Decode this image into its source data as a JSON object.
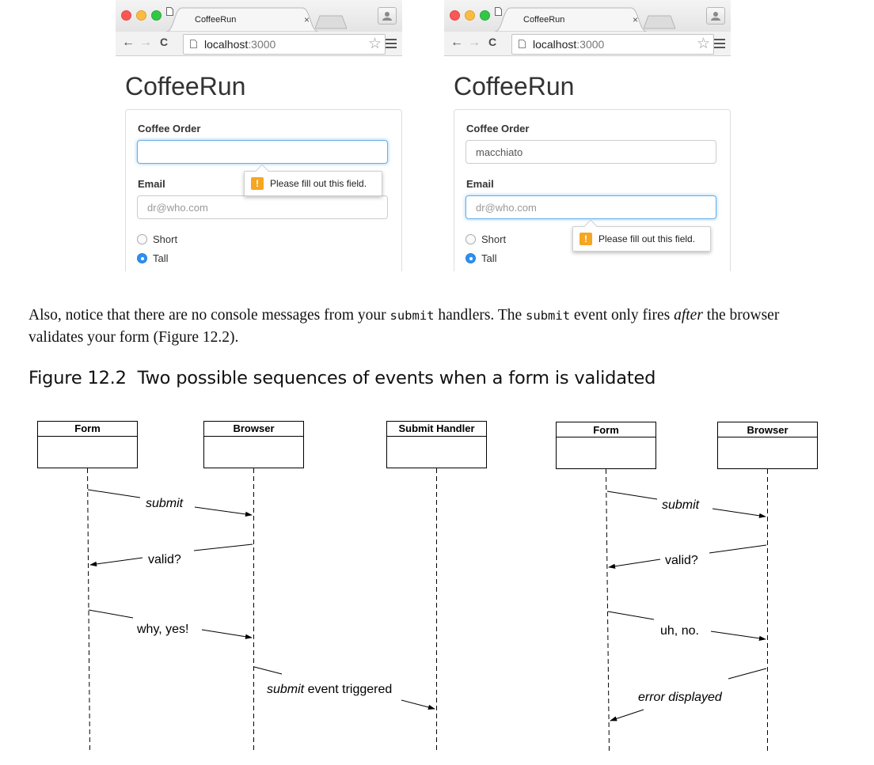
{
  "browsers": [
    {
      "tab_title": "CoffeeRun",
      "tab_close": "×",
      "url_host": "localhost",
      "url_port": ":3000",
      "app_title": "CoffeeRun",
      "coffee_label": "Coffee Order",
      "coffee_value": "",
      "email_label": "Email",
      "email_placeholder": "dr@who.com",
      "radio_short": "Short",
      "radio_tall": "Tall",
      "selected_size": "Tall",
      "focused_field": "coffee",
      "tooltip_text": "Please fill out this field."
    },
    {
      "tab_title": "CoffeeRun",
      "tab_close": "×",
      "url_host": "localhost",
      "url_port": ":3000",
      "app_title": "CoffeeRun",
      "coffee_label": "Coffee Order",
      "coffee_value": "macchiato",
      "email_label": "Email",
      "email_placeholder": "dr@who.com",
      "radio_short": "Short",
      "radio_tall": "Tall",
      "selected_size": "Tall",
      "focused_field": "email",
      "tooltip_text": "Please fill out this field."
    }
  ],
  "paragraph": {
    "t1": "Also, notice that there are no console messages from your ",
    "c1": "submit",
    "t2": " handlers. The ",
    "c2": "submit",
    "t3": " event only fires ",
    "em": "after",
    "t4": " the browser validates your form (Figure 12.2)."
  },
  "figure": {
    "number": "Figure 12.2",
    "caption": "Two possible sequences of events when a form is validated"
  },
  "diagram": {
    "left": {
      "actors": [
        "Form",
        "Browser",
        "Submit Handler"
      ],
      "messages": [
        {
          "label": "submit",
          "italic": true
        },
        {
          "label": "valid?",
          "italic": false
        },
        {
          "label": "why, yes!",
          "italic": false
        },
        {
          "label_italic": "submit",
          "label_rest": " event triggered"
        }
      ]
    },
    "right": {
      "actors": [
        "Form",
        "Browser"
      ],
      "messages": [
        {
          "label": "submit",
          "italic": true
        },
        {
          "label": "valid?",
          "italic": false
        },
        {
          "label": "uh, no.",
          "italic": false
        },
        {
          "label": "error displayed",
          "italic": true
        }
      ]
    }
  },
  "colors": {
    "focus_blue": "#66afe9",
    "radio_blue": "#2f8ef3",
    "warning_orange": "#f5a623",
    "close_red": "#fc5753",
    "minimize_yellow": "#fdbc40",
    "zoom_green": "#33c748"
  }
}
